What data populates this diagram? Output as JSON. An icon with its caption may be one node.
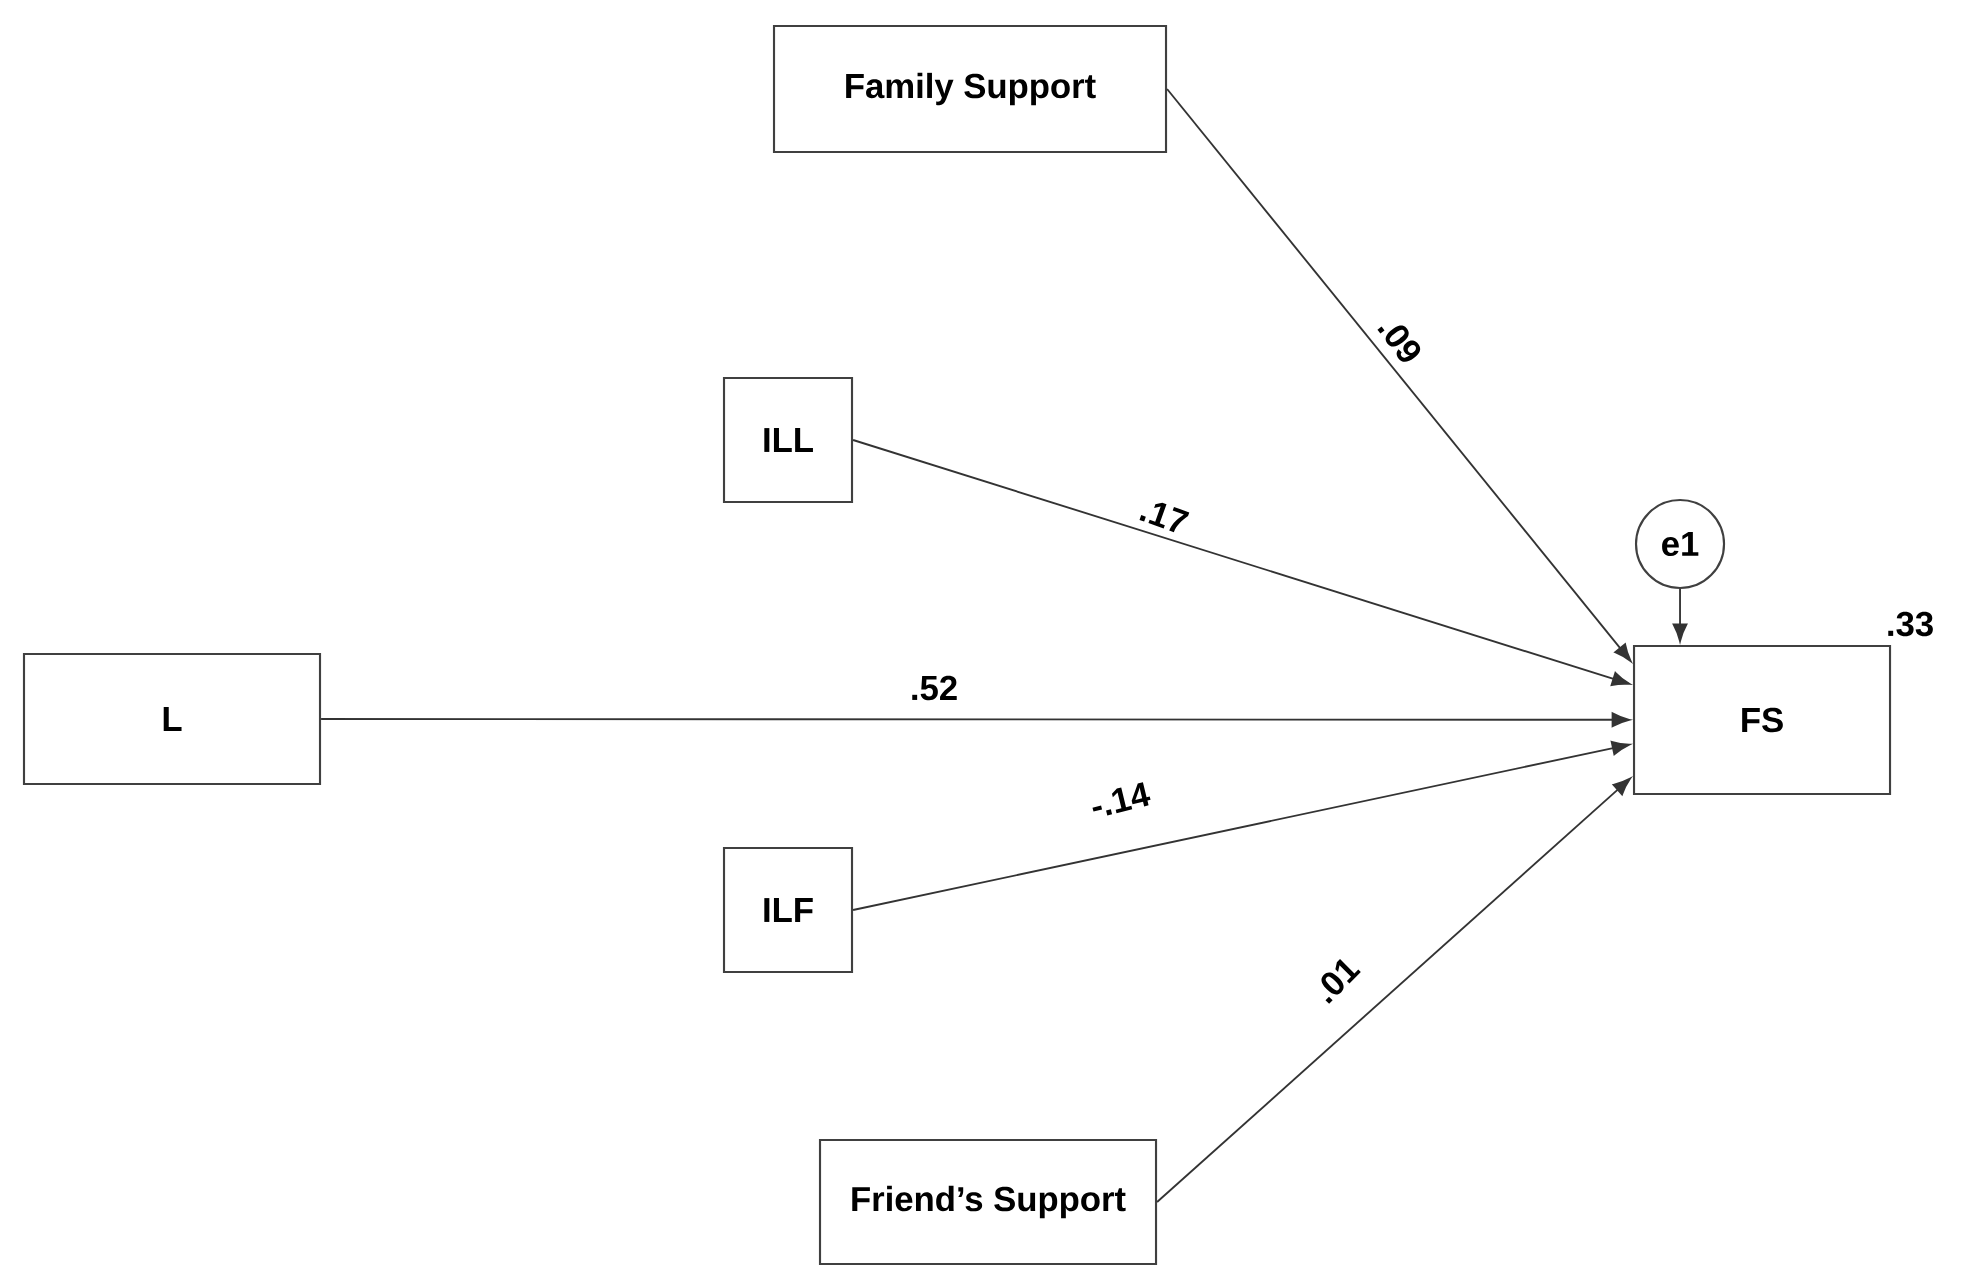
{
  "diagram": {
    "nodes": [
      {
        "text": [
          "Family Support"
        ]
      },
      {
        "text": [
          "ILL"
        ]
      },
      {
        "text": [
          "e1"
        ]
      },
      {
        "text": [
          "L"
        ]
      },
      {
        "text": [
          "FS"
        ]
      },
      {
        "text": [
          "ILF"
        ]
      },
      {
        "text": [
          "Friend’s Support"
        ]
      }
    ],
    "edges": [
      {
        "from": 0,
        "to": 4,
        "arrow": "to",
        "label": ".09"
      },
      {
        "from": 1,
        "to": 4,
        "arrow": "to",
        "label": ".17"
      },
      {
        "from": 3,
        "to": 4,
        "arrow": "to",
        "label": ".52"
      },
      {
        "from": 5,
        "to": 4,
        "arrow": "to",
        "label": "-.14"
      },
      {
        "from": 6,
        "to": 4,
        "arrow": "to",
        "label": ".01"
      },
      {
        "from": 2,
        "to": 4,
        "arrow": "to"
      }
    ],
    "labels": [
      ".33"
    ]
  }
}
